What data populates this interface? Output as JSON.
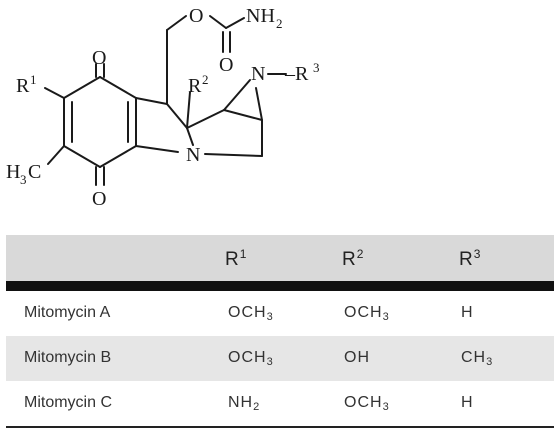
{
  "structure": {
    "atoms": {
      "O_top": "O",
      "N_amine": "NH",
      "N_amine_sub": "2",
      "O_carbonyl": "O",
      "O_quinone_top": "O",
      "O_quinone_bottom": "O",
      "R1": "R",
      "R1_sup": "1",
      "R2": "R",
      "R2_sup": "2",
      "N_aziridine": "N",
      "R3_prefix": "–R",
      "R3_sup": "3",
      "N_ring": "N",
      "methyl": "H",
      "methyl_sub": "3",
      "methyl_C": "C"
    }
  },
  "table": {
    "headers": [
      {
        "base": "R",
        "sup": "1"
      },
      {
        "base": "R",
        "sup": "2"
      },
      {
        "base": "R",
        "sup": "3"
      }
    ],
    "rows": [
      {
        "name": "Mitomycin A",
        "r1": "OCH",
        "r1_sub": "3",
        "r2": "OCH",
        "r2_sub": "3",
        "r3": "H",
        "r3_sub": ""
      },
      {
        "name": "Mitomycin B",
        "r1": "OCH",
        "r1_sub": "3",
        "r2": "OH",
        "r2_sub": "",
        "r3": "CH",
        "r3_sub": "3"
      },
      {
        "name": "Mitomycin C",
        "r1": "NH",
        "r1_sub": "2",
        "r2": "OCH",
        "r2_sub": "3",
        "r3": "H",
        "r3_sub": ""
      }
    ]
  }
}
